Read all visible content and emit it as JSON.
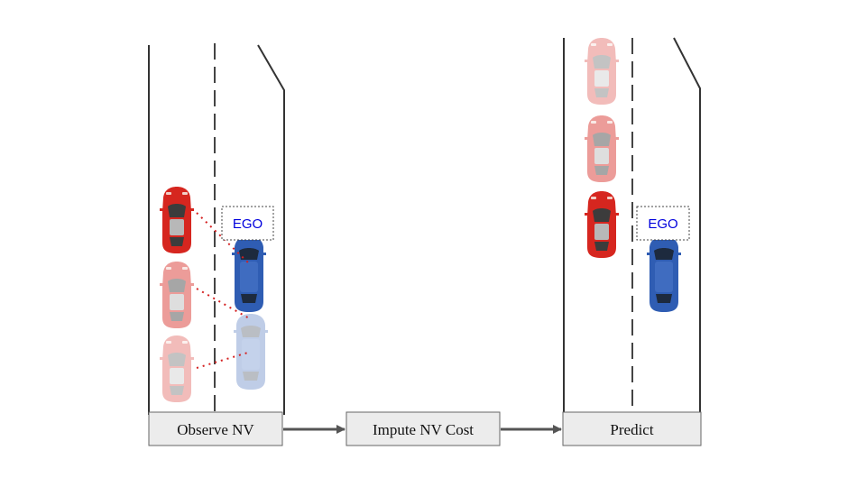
{
  "labels": {
    "observe": "Observe NV",
    "impute": "Impute NV Cost",
    "predict": "Predict",
    "ego_left": "EGO",
    "ego_right": "EGO"
  },
  "colors": {
    "road_line": "#333333",
    "box_fill": "#ececec",
    "box_stroke": "#666666",
    "arrow": "#555555",
    "ego_car": "#2f5db3",
    "nv_car": "#d6261f",
    "correspondence_dots": "#d42020",
    "ego_text": "#0000dd"
  }
}
